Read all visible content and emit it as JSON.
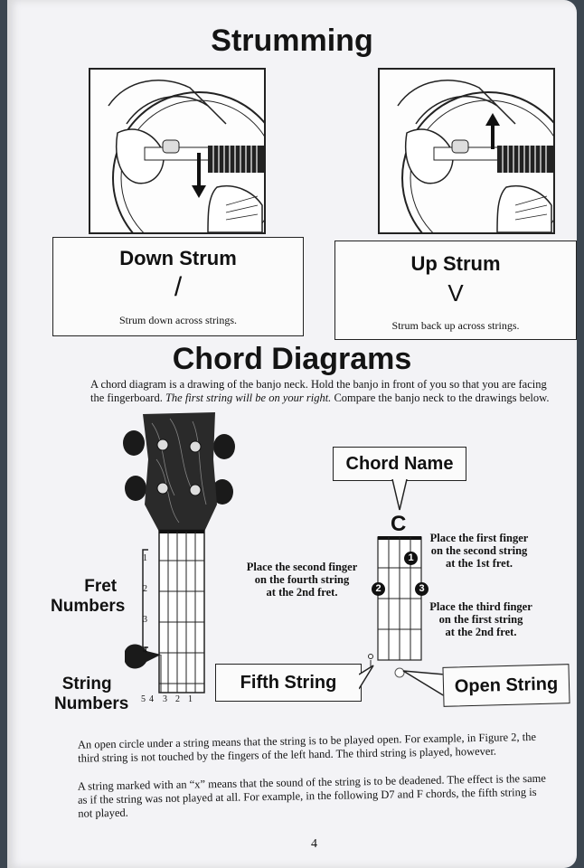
{
  "strumming": {
    "heading": "Strumming",
    "down": {
      "title": "Down Strum",
      "symbol": "/",
      "caption": "Strum down across strings."
    },
    "up": {
      "title": "Up Strum",
      "symbol": "V",
      "caption": "Strum back up across strings."
    }
  },
  "chords": {
    "heading": "Chord Diagrams",
    "intro_1": "A chord diagram is a drawing of the banjo neck. Hold the banjo in front of you so that you are facing",
    "intro_2a": "the fingerboard. ",
    "intro_2b": "The first string will be on your right.",
    "intro_2c": " Compare the banjo neck to the drawings below.",
    "fret_numbers_label_1": "Fret",
    "fret_numbers_label_2": "Numbers",
    "string_numbers_label_1": "String",
    "string_numbers_label_2": "Numbers",
    "fret_numbers": [
      "1",
      "2",
      "3",
      "4"
    ],
    "string_numbers": [
      "5",
      "4",
      "3",
      "2",
      "1"
    ],
    "chord_name_callout": "Chord Name",
    "chord_letter": "C",
    "finger_1": "1",
    "finger_2": "2",
    "finger_3": "3",
    "note_first_1": "Place the first finger",
    "note_first_2": "on the second string",
    "note_first_3": "at the 1st fret.",
    "note_second_1": "Place the second finger",
    "note_second_2": "on the fourth string",
    "note_second_3": "at the 2nd fret.",
    "note_third_1": "Place the third finger",
    "note_third_2": "on the first string",
    "note_third_3": "at the 2nd fret.",
    "fifth_string_callout": "Fifth String",
    "open_string_callout": "Open String"
  },
  "body_text": {
    "p1_1": "An open circle under a string means that the string is to be played open. For example, in Figure 2, the",
    "p1_2": "third string is not touched by the fingers of the left hand. The third string is played, however.",
    "p2_1": "A string marked with an “x” means that the sound of the string is to be deadened. The effect is the same",
    "p2_2": "as if the string was not played at all. For example, in the following D7 and F chords, the fifth string is",
    "p2_3": "not played."
  },
  "page_number": "4"
}
